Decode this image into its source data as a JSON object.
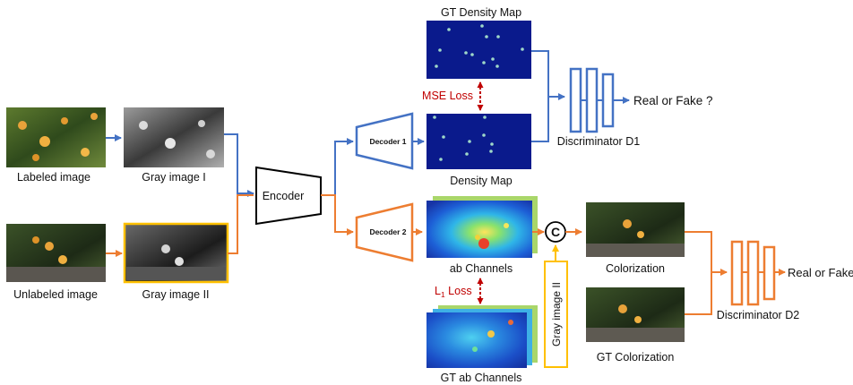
{
  "inputs": {
    "labeled_image": "Labeled image",
    "gray_image_1": "Gray image I",
    "unlabeled_image": "Unlabeled image",
    "gray_image_2": "Gray image II"
  },
  "network": {
    "encoder": "Encoder",
    "decoder_1": "Decoder 1",
    "decoder_2": "Decoder 2"
  },
  "density_branch": {
    "gt_density_map": "GT Density Map",
    "mse_loss": "MSE Loss",
    "density_map": "Density Map",
    "discriminator": "Discriminator D1",
    "real_or_fake": "Real or Fake ?"
  },
  "color_branch": {
    "ab_channels": "ab Channels",
    "l1_loss_prefix": "L",
    "l1_loss_sub": "1",
    "l1_loss_suffix": " Loss",
    "gray_image_2_box": "Gray image II",
    "concat_symbol": "C",
    "gt_ab_channels": "GT ab Channels",
    "colorization": "Colorization",
    "gt_colorization": "GT Colorization",
    "discriminator": "Discriminator D2",
    "real_or_fake": "Real or Fake ?"
  },
  "colors": {
    "blue_arrow": "#4472c4",
    "orange_arrow": "#ed7d31",
    "loss_red": "#c00000",
    "gray_box_border": "#ffc000",
    "density_bg": "#0a1a8c"
  }
}
